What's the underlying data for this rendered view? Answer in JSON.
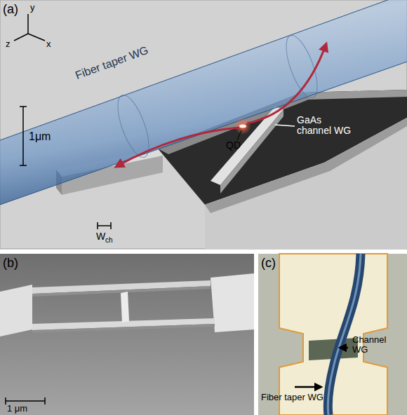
{
  "diagram": {
    "labels": [
      "(a)",
      "y",
      "z",
      "x",
      "Fiber taper WG",
      "1μm",
      "QD",
      "GaAs channel WG",
      "W",
      "ch",
      "(b)",
      "1 μm",
      "(c)",
      "Channel WG",
      "Fiber taper WG"
    ]
  }
}
